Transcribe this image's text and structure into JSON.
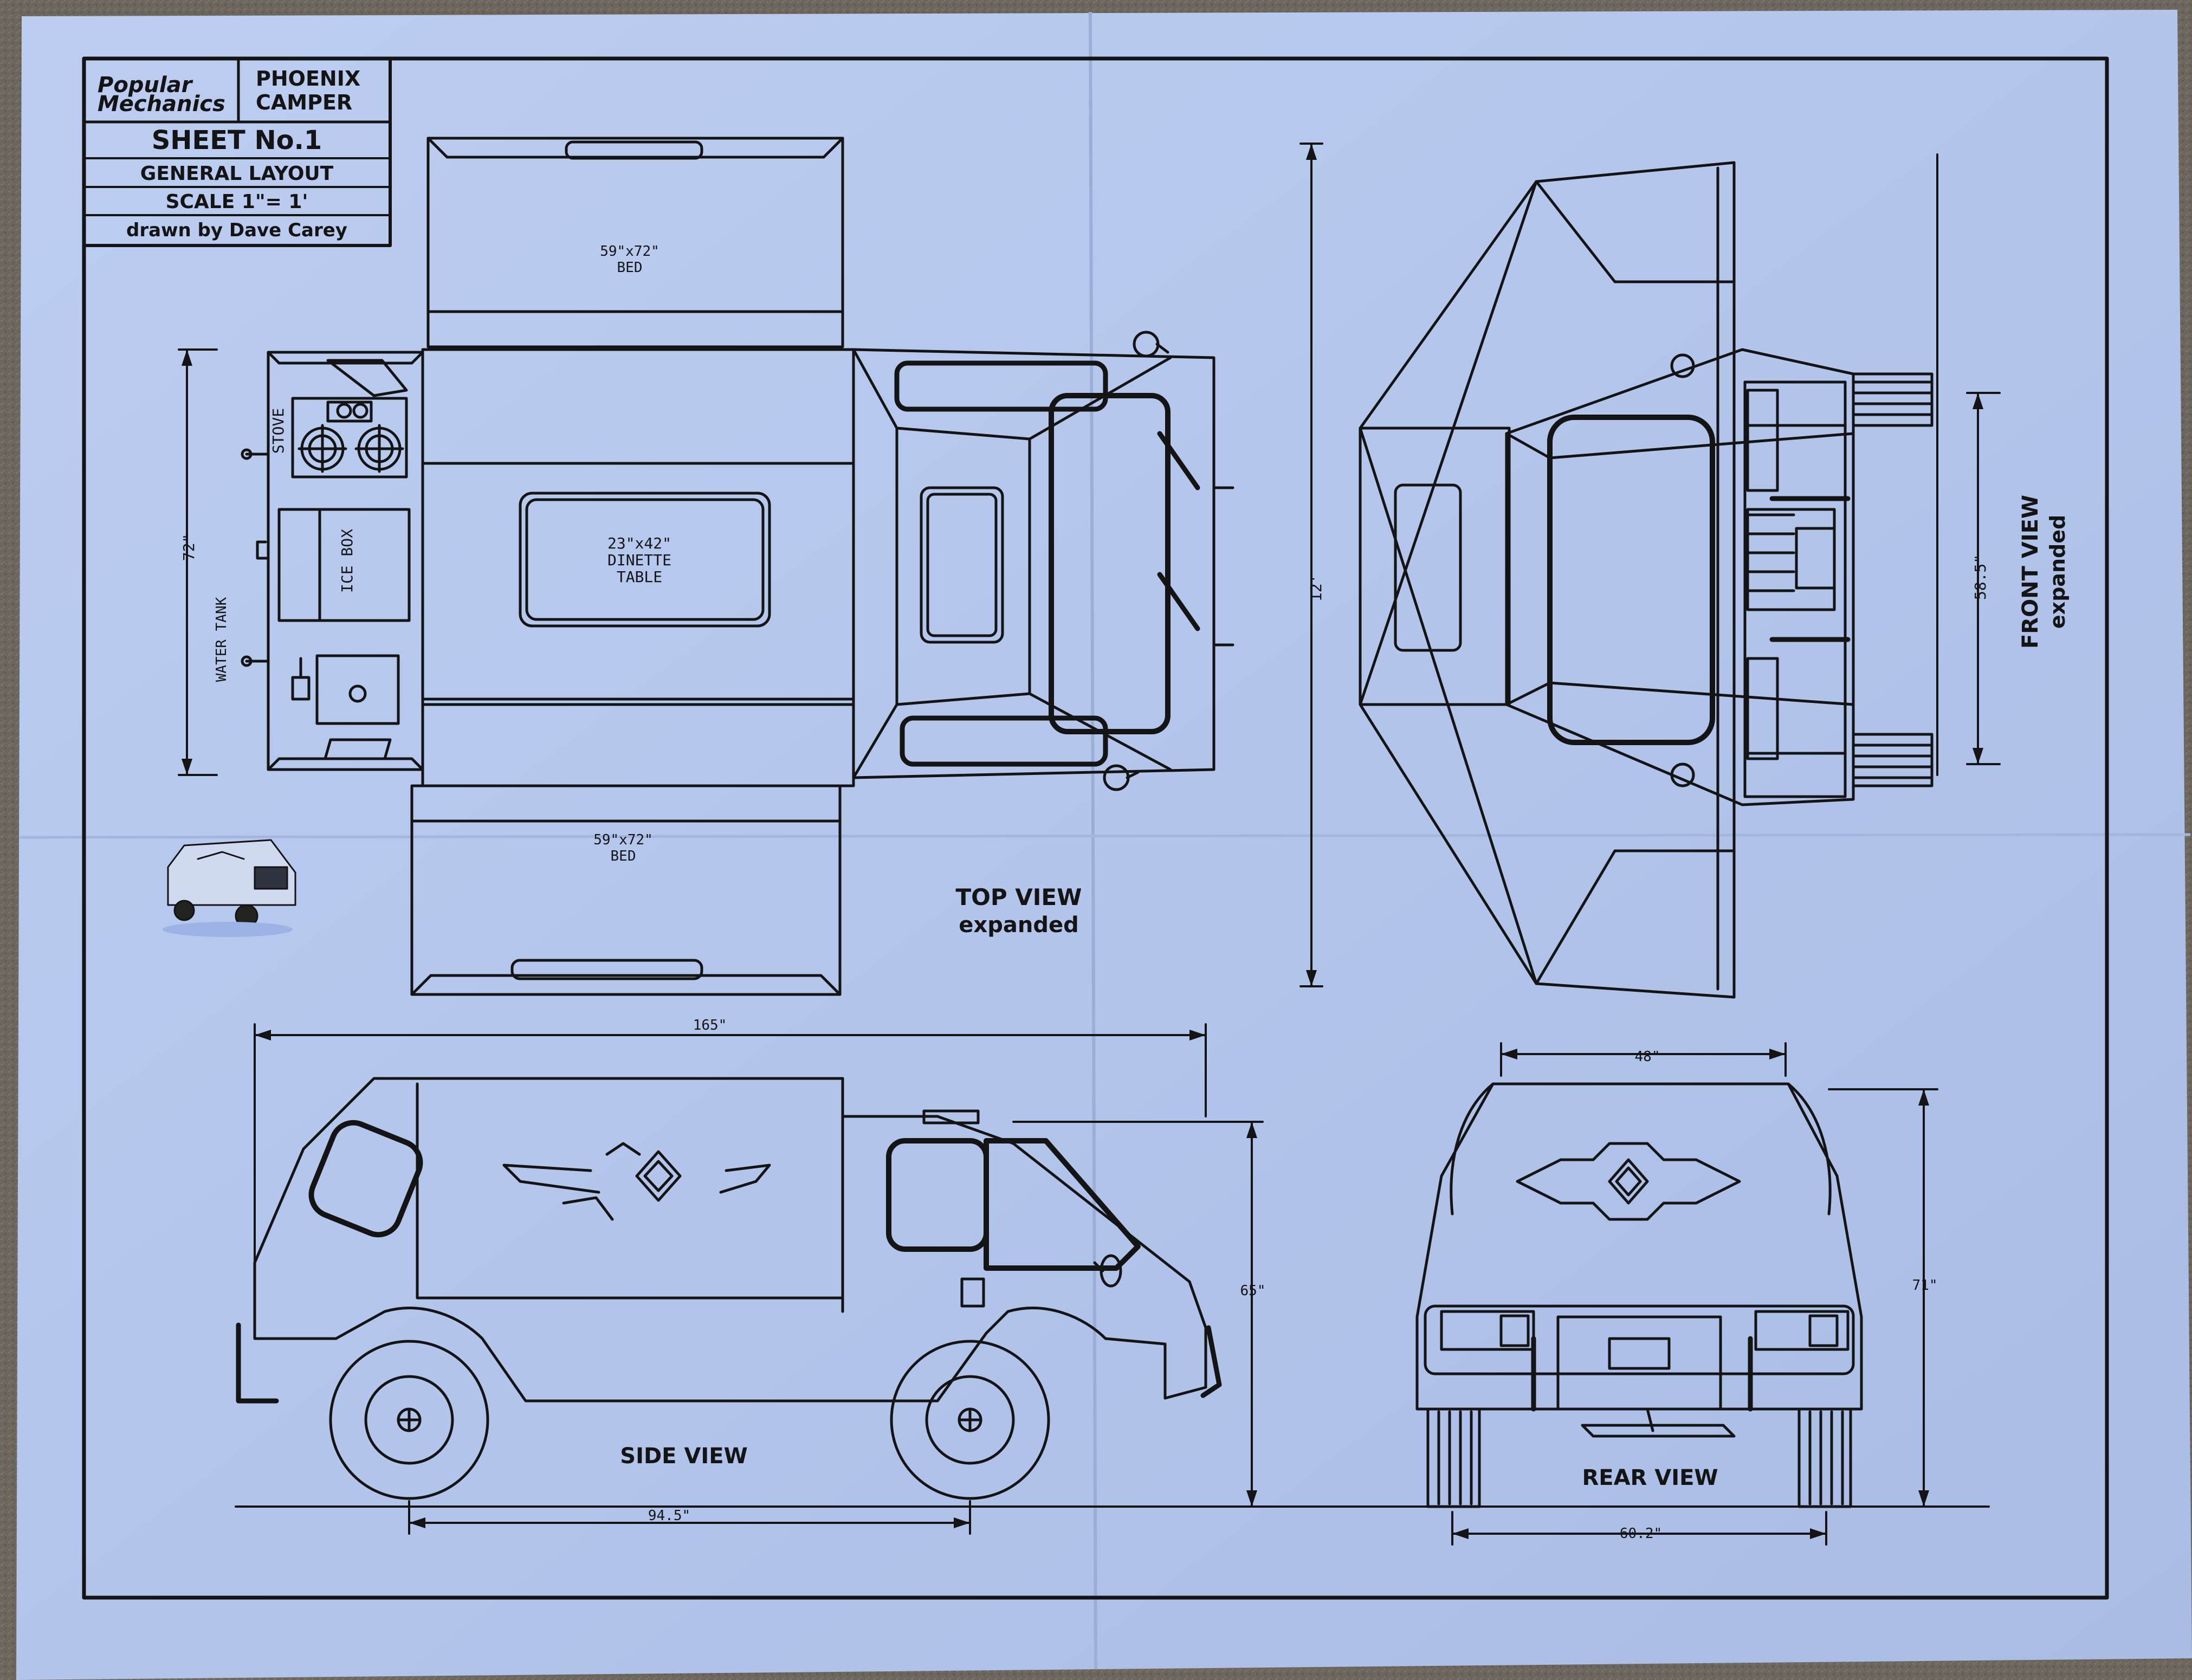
{
  "title_block": {
    "publisher": "Popular Mechanics",
    "project": "PHOENIX CAMPER",
    "sheet": "SHEET No.1",
    "subtitle": "GENERAL LAYOUT",
    "scale": "SCALE 1\"= 1'",
    "author": "drawn by Dave Carey"
  },
  "views": {
    "top": {
      "label": "TOP VIEW",
      "sub": "expanded"
    },
    "front": {
      "label": "FRONT VIEW",
      "sub": "expanded"
    },
    "side": {
      "label": "SIDE VIEW"
    },
    "rear": {
      "label": "REAR VIEW"
    }
  },
  "callouts": {
    "bed_top_size": "59\"x72\"",
    "bed_top_name": "BED",
    "bed_bottom_size": "59\"x72\"",
    "bed_bottom_name": "BED",
    "table_size": "23\"x42\"",
    "table_name": "DINETTE",
    "table_name2": "TABLE",
    "stove": "STOVE",
    "ice_box": "ICE BOX",
    "water_tank": "WATER TANK"
  },
  "dimensions": {
    "top_width": "72\"",
    "front_height": "12'",
    "front_width": "58.5\"",
    "side_length": "165\"",
    "side_height": "65\"",
    "wheelbase": "94.5\"",
    "rear_top_width": "48\"",
    "rear_height": "71\"",
    "rear_track": "60.2\""
  },
  "colors": {
    "paper": "#b4c6ec",
    "ink": "#141414",
    "background": "#6d665d"
  }
}
